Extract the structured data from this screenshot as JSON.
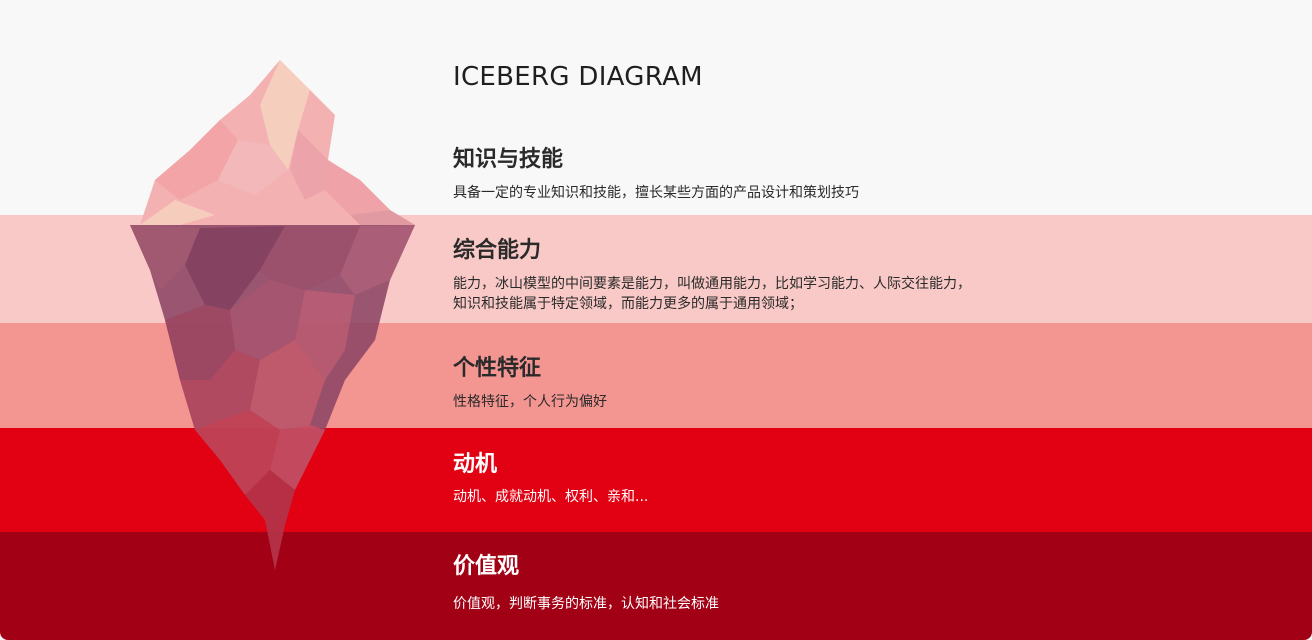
{
  "title": "ICEBERG DIAGRAM",
  "colors": {
    "background": "#f8f8f8",
    "band_knowledge": "#f8f8f8",
    "band_ability": "#f8c9c6",
    "band_personality": "#f39591",
    "band_motivation": "#e20013",
    "band_values": "#a20015",
    "iceberg_tip": "#f4b1b2",
    "iceberg_tip_highlight": "#f6d4be",
    "iceberg_submerged": "#8c4664"
  },
  "layers": [
    {
      "heading": "知识与技能",
      "lines": [
        "具备一定的专业知识和技能，擅长某些方面的产品设计和策划技巧"
      ]
    },
    {
      "heading": "综合能力",
      "lines": [
        "能力，冰山模型的中间要素是能力，叫做通用能力，比如学习能力、人际交往能力，",
        "知识和技能属于特定领域，而能力更多的属于通用领域；"
      ]
    },
    {
      "heading": "个性特征",
      "lines": [
        "性格特征，个人行为偏好"
      ]
    },
    {
      "heading": "动机",
      "lines": [
        "动机、成就动机、权利、亲和..."
      ]
    },
    {
      "heading": "价值观",
      "lines": [
        "价值观，判断事务的标准，认知和社会标准"
      ]
    }
  ]
}
